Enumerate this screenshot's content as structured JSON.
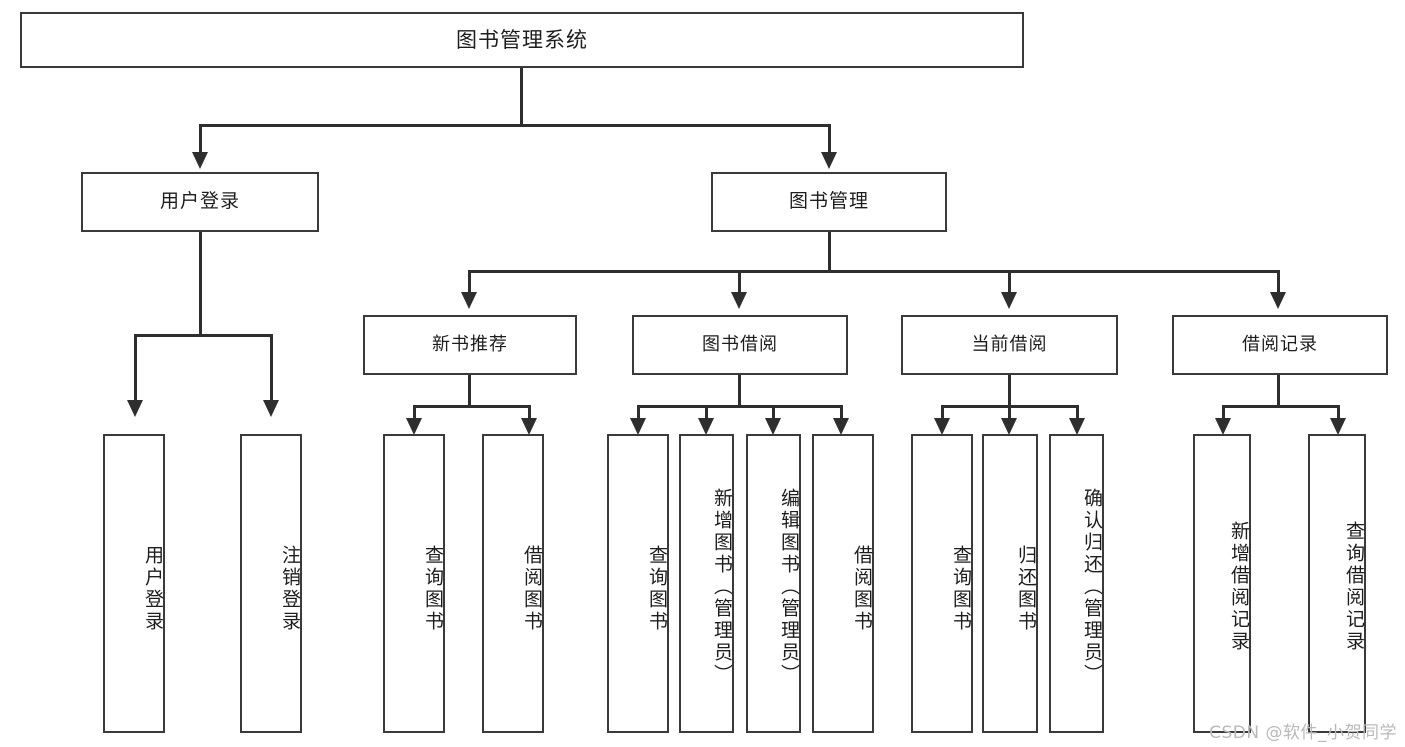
{
  "diagram": {
    "title": "图书管理系统",
    "type": "hierarchy-tree",
    "watermark": "CSDN @软件_小贺同学",
    "root": {
      "label": "图书管理系统"
    },
    "level1": [
      {
        "label": "用户登录"
      },
      {
        "label": "图书管理"
      }
    ],
    "level2": [
      {
        "label": "新书推荐"
      },
      {
        "label": "图书借阅"
      },
      {
        "label": "当前借阅"
      },
      {
        "label": "借阅记录"
      }
    ],
    "leaves": {
      "user_login": [
        {
          "label": "用户登录"
        },
        {
          "label": "注销登录"
        }
      ],
      "new_book_recommend": [
        {
          "label": "查询图书"
        },
        {
          "label": "借阅图书"
        }
      ],
      "book_borrow": [
        {
          "label": "查询图书"
        },
        {
          "label": "新增图书（管理员）"
        },
        {
          "label": "编辑图书（管理员）"
        },
        {
          "label": "借阅图书"
        }
      ],
      "current_borrow": [
        {
          "label": "查询图书"
        },
        {
          "label": "归还图书"
        },
        {
          "label": "确认归还（管理员）"
        }
      ],
      "borrow_records": [
        {
          "label": "新增借阅记录"
        },
        {
          "label": "查询借阅记录"
        }
      ]
    },
    "colors": {
      "border": "#3a3a3a",
      "connector": "#2e2e2e",
      "background": "#ffffff",
      "text": "#1d1d1d",
      "watermark": "#b9b9b9"
    }
  }
}
